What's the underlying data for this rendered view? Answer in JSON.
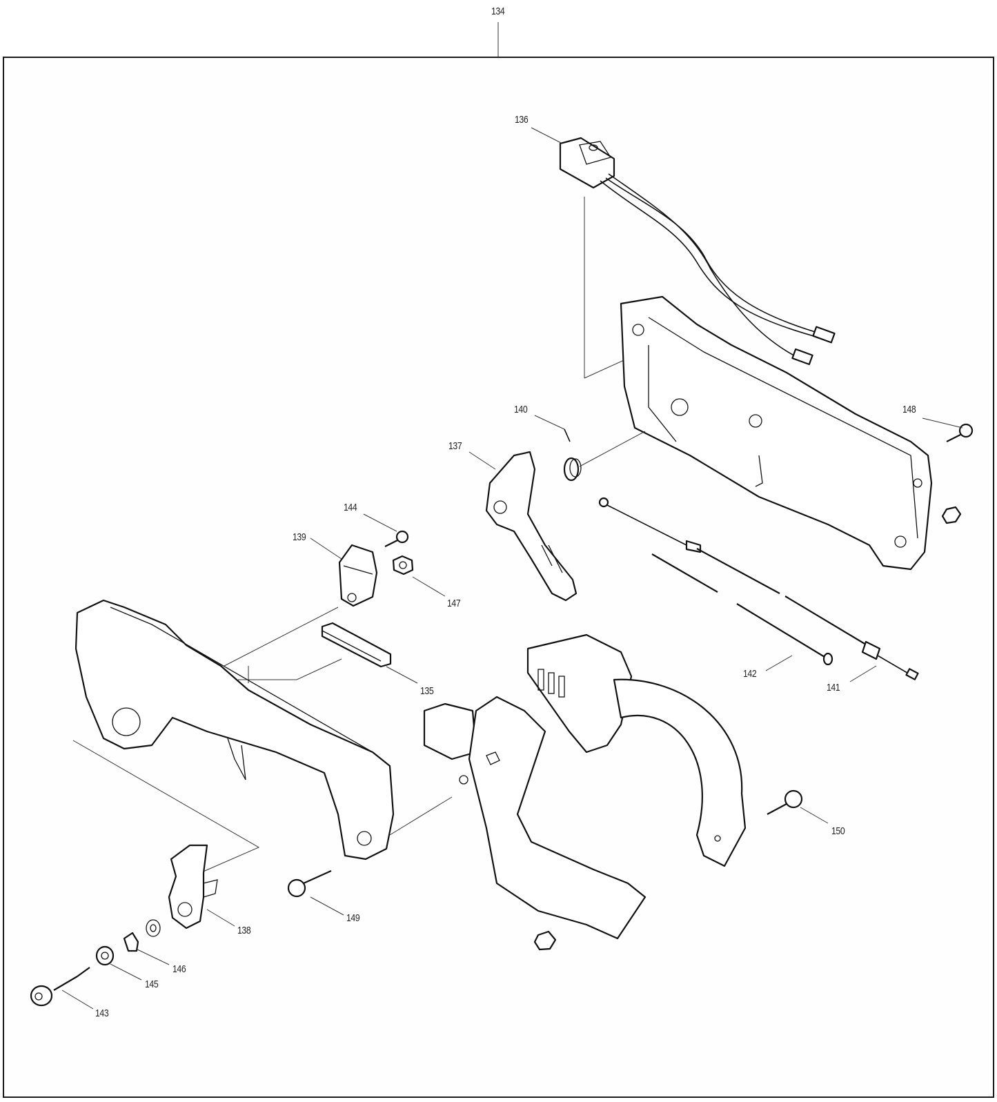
{
  "diagram": {
    "type": "exploded-parts-diagram",
    "assembly_label": "134",
    "parts": [
      {
        "number": "134",
        "description": "handle assembly (group)"
      },
      {
        "number": "135",
        "description": "rubber pad"
      },
      {
        "number": "136",
        "description": "switch with wires"
      },
      {
        "number": "137",
        "description": "throttle trigger"
      },
      {
        "number": "138",
        "description": "lever"
      },
      {
        "number": "139",
        "description": "bracket"
      },
      {
        "number": "140",
        "description": "torsion spring"
      },
      {
        "number": "141",
        "description": "throttle cable"
      },
      {
        "number": "142",
        "description": "tube"
      },
      {
        "number": "143",
        "description": "bolt"
      },
      {
        "number": "144",
        "description": "screw"
      },
      {
        "number": "145",
        "description": "washer"
      },
      {
        "number": "146",
        "description": "spacer"
      },
      {
        "number": "147",
        "description": "nut"
      },
      {
        "number": "148",
        "description": "screw"
      },
      {
        "number": "149",
        "description": "bolt"
      },
      {
        "number": "150",
        "description": "bolt"
      }
    ],
    "labels": {
      "l134": "134",
      "l135": "135",
      "l136": "136",
      "l137": "137",
      "l138": "138",
      "l139": "139",
      "l140": "140",
      "l141": "141",
      "l142": "142",
      "l143": "143",
      "l144": "144",
      "l145": "145",
      "l146": "146",
      "l147": "147",
      "l148": "148",
      "l149": "149",
      "l150": "150"
    }
  }
}
